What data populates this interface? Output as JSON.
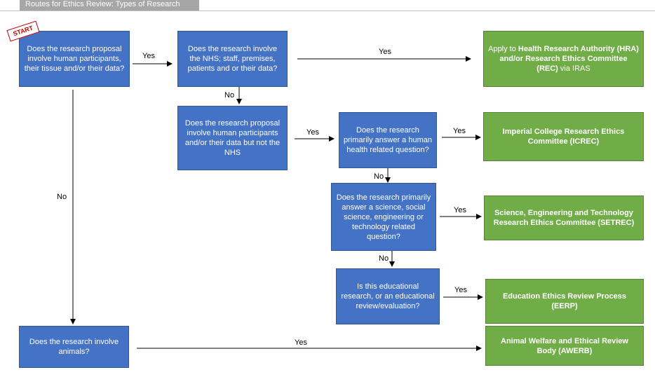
{
  "header": {
    "title": "Routes for Ethics Review: Types of Research"
  },
  "start_label": "START",
  "nodes": {
    "q_human": "Does the research proposal involve human participants, their tissue and/or their data?",
    "q_nhs": "Does the research involve the NHS; staff, premises, patients and or their data?",
    "q_not_nhs": "Does the research proposal involve human participants and/or their data but not the NHS",
    "q_health": "Does the research primarily answer a human health related question?",
    "q_science": "Does the research primarily answer a science, social science, engineering or technology related question?",
    "q_edu": "Is this educational research, or an educational review/evaluation?",
    "q_animals": "Does the research involve animals?",
    "r_hra": {
      "prefix": "Apply to ",
      "bold": "Health Research Authority (HRA) and/or Research Ethics Committee (REC)",
      "suffix": " via IRAS"
    },
    "r_icrec": "Imperial College Research Ethics Committee (ICREC)",
    "r_setrec": "Science, Engineering and Technology Research Ethics Committee (SETREC)",
    "r_eerp": "Education Ethics Review Process (EERP)",
    "r_awerb": "Animal Welfare and Ethical Review Body (AWERB)"
  },
  "edge_labels": {
    "yes_human_nhs": "Yes",
    "yes_nhs_hra": "Yes",
    "no_nhs": "No",
    "yes_notnhs_health": "Yes",
    "yes_health_icrec": "Yes",
    "no_health": "No",
    "yes_science_setrec": "Yes",
    "no_science": "No",
    "yes_edu_eerp": "Yes",
    "no_human_animals": "No",
    "yes_animals_awerb": "Yes"
  },
  "colors": {
    "question_fill": "#4472c4",
    "outcome_fill": "#70ad47",
    "connector": "#000000",
    "start_badge": "#c00000"
  }
}
